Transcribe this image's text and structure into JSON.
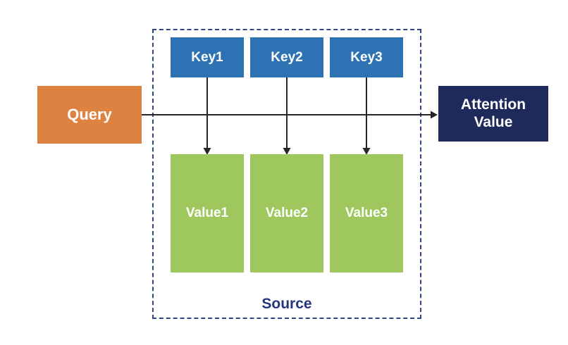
{
  "diagram": {
    "query": {
      "label": "Query",
      "color": "#DE8242"
    },
    "keys": [
      {
        "label": "Key1"
      },
      {
        "label": "Key2"
      },
      {
        "label": "Key3"
      }
    ],
    "values": [
      {
        "label": "Value1"
      },
      {
        "label": "Value2"
      },
      {
        "label": "Value3"
      }
    ],
    "key_color": "#2D73B4",
    "value_color": "#9EC85E",
    "attention": {
      "line1": "Attention",
      "line2": "Value",
      "color": "#1E2A5C"
    },
    "source": {
      "label": "Source",
      "border_color": "#2F468C",
      "text_color": "#24357D"
    },
    "arrow_color": "#262626"
  }
}
